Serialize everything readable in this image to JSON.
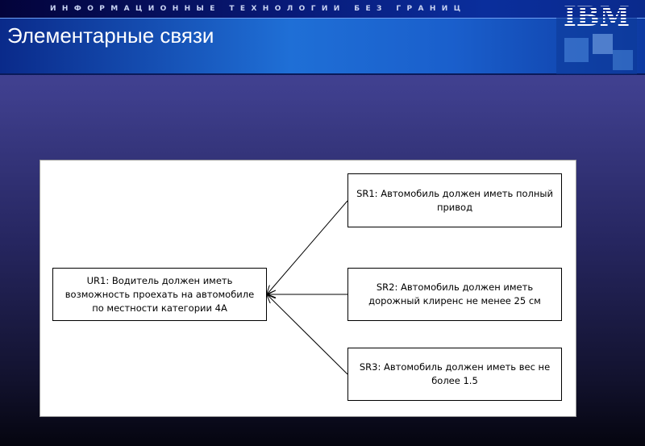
{
  "header": {
    "tagline": "ИНФОРМАЦИОННЫЕ ТЕХНОЛОГИИ БЕЗ ГРАНИЦ",
    "logo_text": "IBM"
  },
  "slide": {
    "title": "Элементарные связи"
  },
  "diagram": {
    "user_requirement": {
      "text": "UR1: Водитель должен иметь возможность проехать на автомобиле по местности категории 4А"
    },
    "system_requirements": [
      {
        "text": "SR1: Автомобиль должен иметь полный привод"
      },
      {
        "text": "SR2: Автомобиль должен иметь дорожный клиренс не менее 25 см"
      },
      {
        "text": "SR3: Автомобиль должен иметь вес не более 1.5"
      }
    ]
  },
  "colors": {
    "title_bar": "#1f6fd6",
    "top_band": "#081a78",
    "background_top": "#4a4aa0",
    "background_bottom": "#05050f"
  }
}
